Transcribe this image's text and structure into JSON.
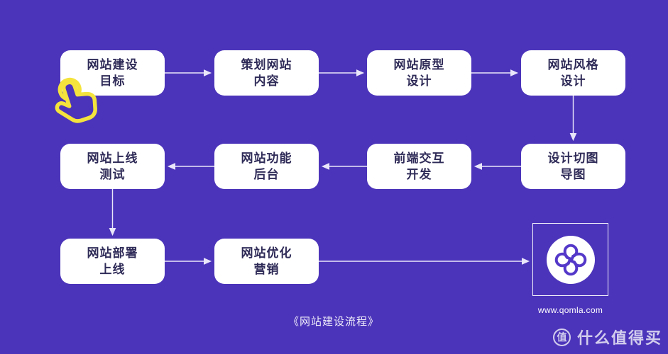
{
  "flowchart": {
    "title": "《网站建设流程》",
    "nodes": [
      {
        "id": "goal",
        "label": "网站建设\n目标"
      },
      {
        "id": "plan",
        "label": "策划网站\n内容"
      },
      {
        "id": "prototype",
        "label": "网站原型\n设计"
      },
      {
        "id": "style",
        "label": "网站风格\n设计"
      },
      {
        "id": "slice",
        "label": "设计切图\n导图"
      },
      {
        "id": "frontend",
        "label": "前端交互\n开发"
      },
      {
        "id": "backend",
        "label": "网站功能\n后台"
      },
      {
        "id": "test",
        "label": "网站上线\n测试"
      },
      {
        "id": "deploy",
        "label": "网站部署\n上线"
      },
      {
        "id": "seo",
        "label": "网站优化\n营销"
      }
    ],
    "edges": [
      "goal→plan",
      "plan→prototype",
      "prototype→style",
      "style→slice",
      "slice→frontend",
      "frontend→backend",
      "backend→test",
      "test→deploy",
      "deploy→seo",
      "seo→logo"
    ]
  },
  "branding": {
    "website": "www.qomla.com",
    "logo_icon": "qomla-clover-logo"
  },
  "watermark": {
    "badge_char": "值",
    "brand_text": "什么值得买"
  },
  "cursor": {
    "icon": "hand-tap-cursor"
  },
  "colors": {
    "background": "#4c34ba",
    "node_fill": "#ffffff",
    "node_text": "#2f2b58",
    "arrow": "#e9e6fa",
    "cursor_yellow": "#f4e33c",
    "logo_purple": "#5438c9"
  }
}
